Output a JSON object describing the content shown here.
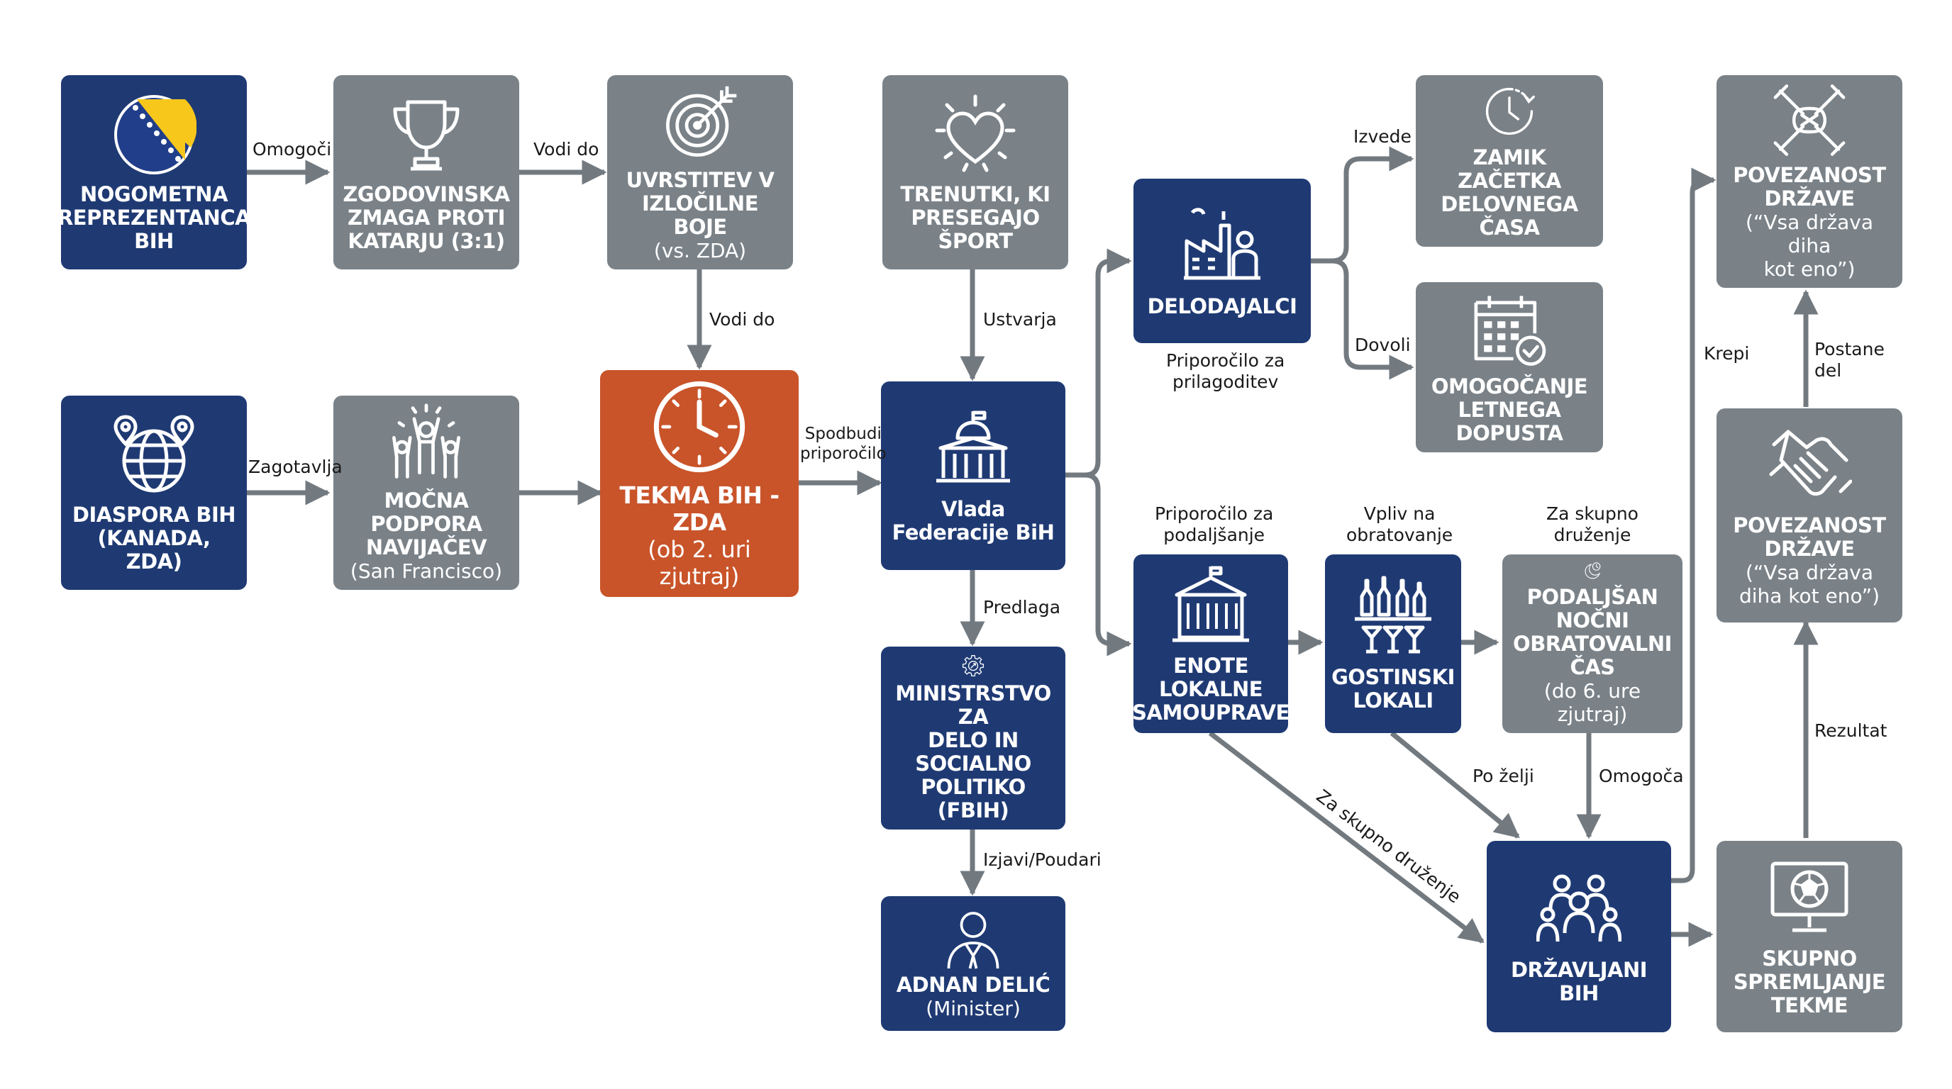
{
  "colors": {
    "navy": "#1f3a73",
    "gray": "#7a8288",
    "orange": "#c9542a",
    "edge": "#727a80"
  },
  "nodes": {
    "nogometna": {
      "title": "NOGOMETNA\nREPREZENTANCA\nBIH",
      "icon": "bih-flag-icon"
    },
    "zgodovinska": {
      "title": "ZGODOVINSKA\nZMAGA PROTI\nKATARJU (3:1)",
      "icon": "trophy-icon"
    },
    "uvrstitev": {
      "title": "UVRSTITEV V\nIZLOČILNE BOJE",
      "sub": "(vs. ZDA)",
      "icon": "target-icon"
    },
    "trenutki": {
      "title": "TRENUTKI, KI\nPRESEGAJO\nŠPORT",
      "icon": "heart-icon"
    },
    "diaspora": {
      "title": "DIASPORA BIH\n(KANADA, ZDA)",
      "icon": "globe-pin-icon"
    },
    "mocna": {
      "title": "MOČNA PODPORA\nNAVIJAČEV",
      "sub": "(San Francisco)",
      "icon": "cheering-fans-icon"
    },
    "tekma": {
      "title": "TEKMA BIH - ZDA",
      "sub": "(ob 2. uri zjutraj)",
      "icon": "clock-icon"
    },
    "vlada": {
      "title": "Vlada\nFederacije BiH",
      "icon": "government-building-icon"
    },
    "ministrstvo": {
      "title": "MINISTRSTVO ZA\nDELO IN SOCIALNO\nPOLITIKO (FBIH)",
      "icon": "gear-icon"
    },
    "adnan": {
      "title": "ADNAN DELIĆ",
      "sub": "(Minister)",
      "icon": "minister-icon"
    },
    "delodajalci": {
      "title": "DELODAJALCI",
      "icon": "factory-icon"
    },
    "zamik": {
      "title": "ZAMIK ZAČETKA\nDELOVNEGA ČASA",
      "icon": "clock-arrow-icon"
    },
    "omogocanje": {
      "title": "OMOGOČANJE\nLETNEGA DOPUSTA",
      "icon": "calendar-check-icon"
    },
    "enote": {
      "title": "ENOTE\nLOKALNE\nSAMOUPRAVE",
      "icon": "municipal-building-icon"
    },
    "gostinski": {
      "title": "GOSTINSKI\nLOKALI",
      "icon": "bar-icon"
    },
    "podaljsan": {
      "title": "PODALJŠAN NOČNI\nOBRATOVALNI ČAS",
      "sub": "(do 6. ure zjutraj)",
      "icon": "moon-clock-icon"
    },
    "drzavljani": {
      "title": "DRŽAVLJANI\nBIH",
      "icon": "citizens-icon"
    },
    "povezanost_top": {
      "title": "POVEZANOST\nDRŽAVE",
      "sub": "(“Vsa država diha\nkot eno”)",
      "icon": "united-hands-icon"
    },
    "povezanost_mid": {
      "title": "POVEZANOST\nDRŽAVE",
      "sub": "(“Vsa država\ndiha kot eno”)",
      "icon": "handshake-icon"
    },
    "skupno": {
      "title": "SKUPNO\nSPREMLJANJE\nTEKME",
      "icon": "tv-football-icon"
    }
  },
  "edge_labels": {
    "omogoci": "Omogoči",
    "vodi_do_1": "Vodi do",
    "vodi_do_2": "Vodi do",
    "ustvarja": "Ustvarja",
    "zagotavlja": "Zagotavlja",
    "spodbudi": "Spodbudi\npriporočilo",
    "predlaga": "Predlaga",
    "izjavi": "Izjavi/Poudari",
    "izvede": "Izvede",
    "dovoli": "Dovoli",
    "priporocilo_prilagoditev": "Priporočilo za\nprilagoditev",
    "priporocilo_podaljsanje": "Priporočilo za\npodaljšanje",
    "vpliv": "Vpliv na\nobratovanje",
    "za_skupno_druzenje_top": "Za skupno\ndruženje",
    "za_skupno_druzenje_diag": "Za skupno druženje",
    "po_zelji": "Po želji",
    "omogoca": "Omogoča",
    "krepi": "Krepi",
    "postane_del": "Postane\ndel",
    "rezultat": "Rezultat"
  }
}
